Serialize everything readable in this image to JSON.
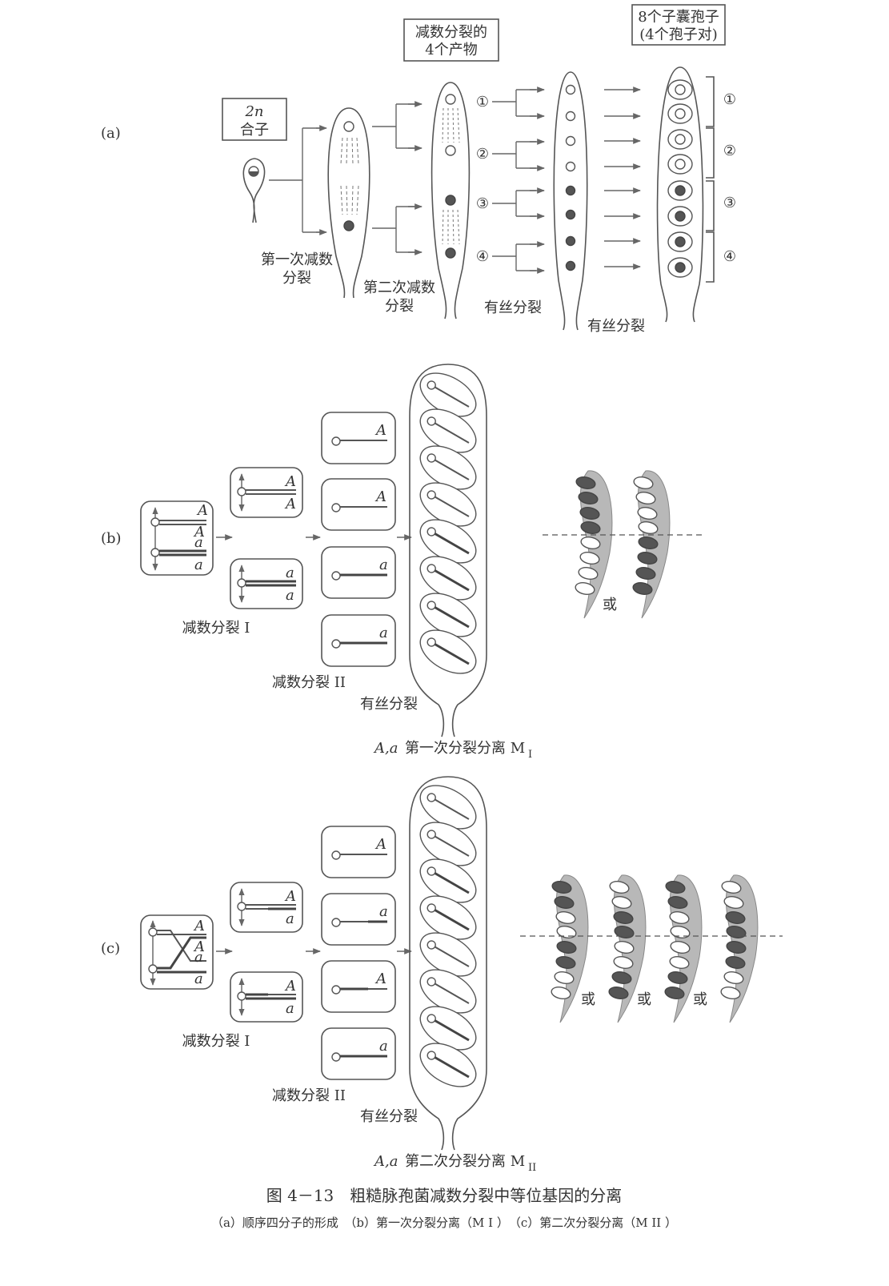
{
  "panel_a": {
    "label": "(a)",
    "zygote_label_line1": "2n",
    "zygote_label_line2": "合子",
    "meiosis_products_line1": "减数分裂的",
    "meiosis_products_line2": "4个产物",
    "ascospores_line1": "8个子囊孢子",
    "ascospores_line2": "(4个孢子对)",
    "meiosis1_line1": "第一次减数",
    "meiosis1_line2": "分裂",
    "meiosis2_line1": "第二次减数",
    "meiosis2_line2": "分裂",
    "mitosis_1": "有丝分裂",
    "mitosis_2": "有丝分裂",
    "products": [
      "①",
      "②",
      "③",
      "④"
    ],
    "pairs": [
      "①",
      "②",
      "③",
      "④"
    ]
  },
  "panel_b": {
    "label": "(b)",
    "meiosis1": "减数分裂 I",
    "meiosis2": "减数分裂 II",
    "mitosis": "有丝分裂",
    "or": "或",
    "caption_prefix": "A,a",
    "caption_text": "第一次分裂分离 M",
    "caption_sub": "I",
    "allele_big": "A",
    "allele_small": "a"
  },
  "panel_c": {
    "label": "(c)",
    "meiosis1": "减数分裂 I",
    "meiosis2": "减数分裂 II",
    "mitosis": "有丝分裂",
    "or_1": "或",
    "or_2": "或",
    "or_3": "或",
    "caption_prefix": "A,a",
    "caption_text": "第二次分裂分离 M",
    "caption_sub": "II"
  },
  "figure_caption": {
    "title": "图 4－13　粗糙脉孢菌减数分裂中等位基因的分离",
    "subtitle": "（a）顺序四分子的形成　（b）第一次分裂分离（M I ）　（c）第二次分裂分离（M II ）"
  },
  "colors": {
    "dark_spore": "#555555",
    "ascus_fill": "#b8b8b8",
    "line": "#555555"
  }
}
